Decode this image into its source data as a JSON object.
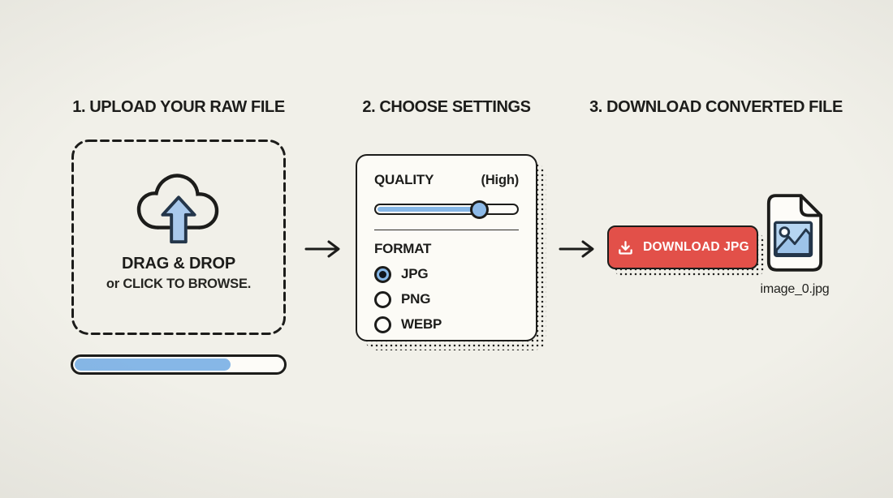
{
  "colors": {
    "bg": "#f1f0e9",
    "ink": "#1c1c1a",
    "card-bg": "#fcfbf6",
    "blue": "#86b7e7",
    "blue-light": "#a9c9ec",
    "navy": "#24364a",
    "red": "#e25049",
    "white": "#ffffff"
  },
  "steps": [
    {
      "title": "1. UPLOAD YOUR RAW FILE"
    },
    {
      "title": "2. CHOOSE SETTINGS"
    },
    {
      "title": "3. DOWNLOAD CONVERTED FILE"
    }
  ],
  "upload": {
    "icon": "cloud-upload-icon",
    "drag_label": "DRAG & DROP",
    "browse_label": "or CLICK TO BROWSE.",
    "progress_percent": 74
  },
  "settings": {
    "quality_label": "QUALITY",
    "quality_value": "(High)",
    "slider_percent": 73,
    "format_label": "FORMAT",
    "formats": [
      {
        "label": "JPG",
        "selected": true
      },
      {
        "label": "PNG",
        "selected": false
      },
      {
        "label": "WEBP",
        "selected": false
      }
    ]
  },
  "download": {
    "button_icon": "download-icon",
    "button_label": "DOWNLOAD JPG",
    "file_icon": "file-image-icon",
    "file_name": "image_0.jpg"
  }
}
